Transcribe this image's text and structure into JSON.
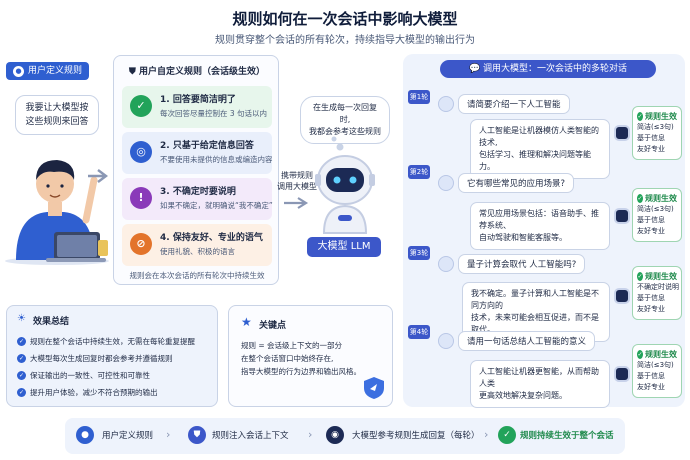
{
  "header": {
    "title": "规则如何在一次会话中影响大模型",
    "subtitle": "规则贯穿整个会话的所有轮次，持续指导大模型的输出行为"
  },
  "user": {
    "tag": "用户定义规则",
    "bubble": [
      "我要让大模型按",
      "这些规则来回答"
    ]
  },
  "rules_card": {
    "title": "用户自定义规则（会话级生效）",
    "rules": [
      {
        "title": "1. 回答要简洁明了",
        "desc": "每次回答尽量控制在 3 句话以内",
        "icon": "check-icon",
        "color": "#22a35a",
        "bg": "#e7f6ec"
      },
      {
        "title": "2. 只基于给定信息回答",
        "desc": "不要使用未提供的信息或编造内容",
        "icon": "target-icon",
        "color": "#2f5fd0",
        "bg": "#e9effb"
      },
      {
        "title": "3. 不确定时要说明",
        "desc": "如果不确定，就明确说“我不确定”",
        "icon": "exclamation-icon",
        "color": "#8a3ab9",
        "bg": "#f3eafa"
      },
      {
        "title": "4. 保持友好、专业的语气",
        "desc": "使用礼貌、积极的语言",
        "icon": "no-icon",
        "color": "#e3742b",
        "bg": "#fdf0e5"
      }
    ],
    "footer": "规则会在本次会话的所有轮次中持续生效"
  },
  "carry_label": [
    "携带规则",
    "调用大模型"
  ],
  "llm": {
    "thought": [
      "在生成每一次回复时,",
      "我都会参考这些规则"
    ],
    "tag": "大模型 LLM"
  },
  "dialogue": {
    "title": "调用大模型：一次会话中的多轮对话",
    "rounds": [
      {
        "label": "第1轮",
        "question": "请简要介绍一下人工智能",
        "answer": [
          "人工智能是让机器模仿人类智能的技术,",
          "包括学习、推理和解决问题等能力。"
        ],
        "effect_title": "规则生效",
        "effects": [
          "简洁(≤3句)",
          "基于信息",
          "友好专业"
        ]
      },
      {
        "label": "第2轮",
        "question": "它有哪些常见的应用场景?",
        "answer": [
          "常见应用场景包括：语音助手、推荐系统、",
          "自动驾驶和智能客服等。"
        ],
        "effect_title": "规则生效",
        "effects": [
          "简洁(≤3句)",
          "基于信息",
          "友好专业"
        ]
      },
      {
        "label": "第3轮",
        "question": "量子计算会取代 人工智能吗?",
        "answer": [
          "我不确定。量子计算和人工智能是不同方向的",
          "技术，未来可能会相互促进，而不是取代。"
        ],
        "effect_title": "规则生效",
        "effects": [
          "不确定时说明",
          "基于信息",
          "友好专业"
        ]
      },
      {
        "label": "第4轮",
        "question": "请用一句话总结人工智能的意义",
        "answer": [
          "人工智能让机器更智能，从而帮助人类",
          "更高效地解决复杂问题。"
        ],
        "effect_title": "规则生效",
        "effects": [
          "简洁(≤3句)",
          "基于信息",
          "友好专业"
        ]
      }
    ]
  },
  "summary": {
    "title": "效果总结",
    "items": [
      "规则在整个会话中持续生效，无需在每轮重复提醒",
      "大模型每次生成回复时都会参考并遵循规则",
      "保证输出的一致性、可控性和可靠性",
      "提升用户体验，减少不符合预期的输出"
    ]
  },
  "key_point": {
    "title": "关键点",
    "lines": [
      "规则 = 会话级上下文的一部分",
      "在整个会话窗口中始终存在,",
      "指导大模型的行为边界和输出风格。"
    ]
  },
  "flow": {
    "steps": [
      "用户定义规则",
      "规则注入会话上下文",
      "大模型参考规则生成回复（每轮）",
      "规则持续生效于整个会话"
    ]
  },
  "colors": {
    "accent": "#3c57c9",
    "green": "#22a35a",
    "panel": "#eef3fc"
  }
}
